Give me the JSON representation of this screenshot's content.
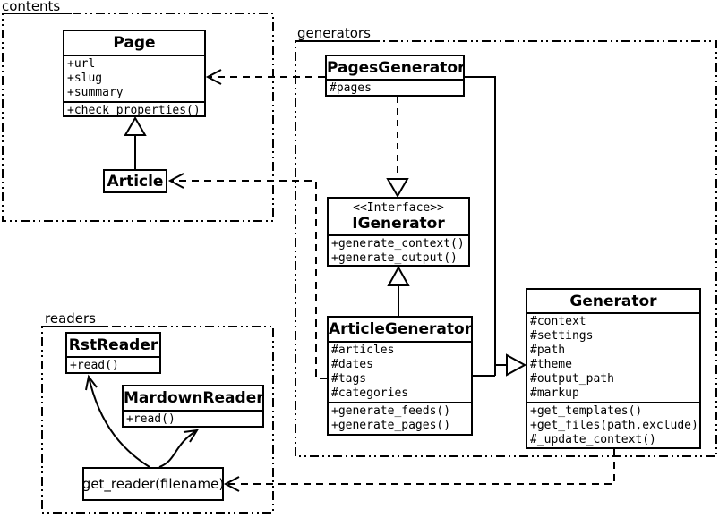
{
  "packages": {
    "contents": {
      "label": "contents"
    },
    "generators": {
      "label": "generators"
    },
    "readers": {
      "label": "readers"
    }
  },
  "classes": {
    "page": {
      "name": "Page",
      "attributes": [
        "+url",
        "+slug",
        "+summary"
      ],
      "methods": [
        "+check_properties()"
      ]
    },
    "article": {
      "name": "Article"
    },
    "pages_generator": {
      "name": "PagesGenerator",
      "attributes": [
        "#pages"
      ]
    },
    "igenerator": {
      "stereotype": "<<Interface>>",
      "name": "IGenerator",
      "methods": [
        "+generate_context()",
        "+generate_output()"
      ]
    },
    "article_generator": {
      "name": "ArticleGenerator",
      "attributes": [
        "#articles",
        "#dates",
        "#tags",
        "#categories"
      ],
      "methods": [
        "+generate_feeds()",
        "+generate_pages()"
      ]
    },
    "generator": {
      "name": "Generator",
      "attributes": [
        "#context",
        "#settings",
        "#path",
        "#theme",
        "#output_path",
        "#markup"
      ],
      "methods": [
        "+get_templates()",
        "+get_files(path,exclude)",
        "#_update_context()"
      ]
    },
    "rst_reader": {
      "name": "RstReader",
      "methods": [
        "+read()"
      ]
    },
    "mardown_reader": {
      "name": "MardownReader",
      "methods": [
        "+read()"
      ]
    },
    "get_reader": {
      "name": "get_reader(filename)"
    }
  },
  "colors": {
    "line": "#000000",
    "background": "#ffffff",
    "box_fill": "#ffffff"
  }
}
